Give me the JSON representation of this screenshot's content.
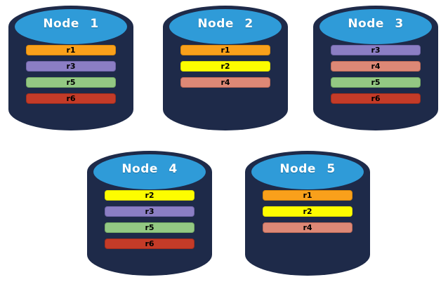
{
  "palette": {
    "background": "#FFFFFF",
    "cylinder_body": "#1E2A49",
    "cylinder_top": "#2F9BD8",
    "title_color": "#FFFFFF",
    "bar_label_color": "#000000"
  },
  "nodes": [
    {
      "title": "Node 1",
      "replicas": [
        {
          "label": "r1",
          "fill": "#F9A01B",
          "border": "#D8870A"
        },
        {
          "label": "r3",
          "fill": "#8B7EC4",
          "border": "#6F63A6"
        },
        {
          "label": "r5",
          "fill": "#93C883",
          "border": "#74A964"
        },
        {
          "label": "r6",
          "fill": "#C43B28",
          "border": "#9F2D1D"
        }
      ]
    },
    {
      "title": "Node 2",
      "replicas": [
        {
          "label": "r1",
          "fill": "#F9A01B",
          "border": "#D8870A"
        },
        {
          "label": "r2",
          "fill": "#FDFD00",
          "border": "#DCDC00"
        },
        {
          "label": "r4",
          "fill": "#DD8876",
          "border": "#BC6A57"
        }
      ]
    },
    {
      "title": "Node 3",
      "replicas": [
        {
          "label": "r3",
          "fill": "#8B7EC4",
          "border": "#6F63A6"
        },
        {
          "label": "r4",
          "fill": "#DD8876",
          "border": "#BC6A57"
        },
        {
          "label": "r5",
          "fill": "#93C883",
          "border": "#74A964"
        },
        {
          "label": "r6",
          "fill": "#C43B28",
          "border": "#9F2D1D"
        }
      ]
    },
    {
      "title": "Node 4",
      "replicas": [
        {
          "label": "r2",
          "fill": "#FDFD00",
          "border": "#DCDC00"
        },
        {
          "label": "r3",
          "fill": "#8B7EC4",
          "border": "#6F63A6"
        },
        {
          "label": "r5",
          "fill": "#93C883",
          "border": "#74A964"
        },
        {
          "label": "r6",
          "fill": "#C43B28",
          "border": "#9F2D1D"
        }
      ]
    },
    {
      "title": "Node 5",
      "replicas": [
        {
          "label": "r1",
          "fill": "#F9A01B",
          "border": "#D8870A"
        },
        {
          "label": "r2",
          "fill": "#FDFD00",
          "border": "#DCDC00"
        },
        {
          "label": "r4",
          "fill": "#DD8876",
          "border": "#BC6A57"
        }
      ]
    }
  ]
}
